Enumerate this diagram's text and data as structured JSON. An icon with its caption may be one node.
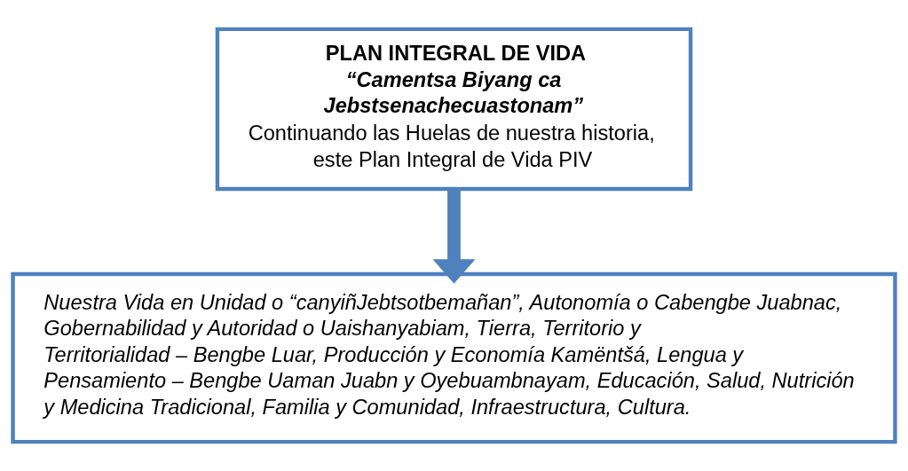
{
  "diagram": {
    "nodes": [
      {
        "text": [
          "PLAN INTEGRAL DE VIDA",
          "“Camentsa Biyang ca Jebstsenachecuastonam”",
          "Continuando las Huelas de nuestra historia, este Plan Integral de Vida PIV"
        ]
      },
      {
        "text": [
          "Nuestra Vida en Unidad o “canyiñJebtsotbemañan”, Autonomía o Cabengbe Juabnac, Gobernabilidad y Autoridad o Uaishanyabiam, Tierra, Territorio y Territorialidad – Bengbe Luar, Producción y Economía Kamëntšá, Lengua y Pensamiento – Bengbe Uaman Juabn y Oyebuambnayam, Educación, Salud, Nutrición y Medicina Tradicional, Familia y Comunidad, Infraestructura, Cultura."
        ]
      }
    ],
    "edges": [
      {
        "from": 0,
        "to": 1,
        "arrow": "to"
      }
    ]
  }
}
